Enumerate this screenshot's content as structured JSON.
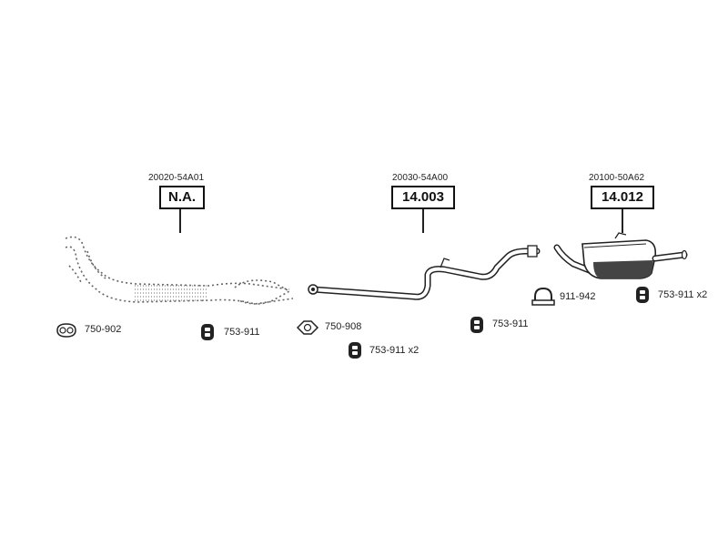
{
  "colors": {
    "line": "#222222",
    "fill_dark": "#444444",
    "pipe": "#ffffff"
  },
  "components": [
    {
      "oe_number": "20020-54A01",
      "part_number": "N.A.",
      "status": "not-available"
    },
    {
      "oe_number": "20030-54A00",
      "part_number": "14.003",
      "status": "available"
    },
    {
      "oe_number": "20100-50A62",
      "part_number": "14.012",
      "status": "available"
    }
  ],
  "accessories": {
    "gasket_a": "750-902",
    "hanger_a": "753-911",
    "gasket_b": "750-908",
    "hanger_b": "753-911 x2",
    "hanger_c": "753-911",
    "clamp": "911-942",
    "hanger_d": "753-911 x2"
  },
  "icons": {
    "gasket": "flange-gasket-icon",
    "hanger": "rubber-hanger-icon",
    "clamp": "u-bolt-clamp-icon"
  }
}
